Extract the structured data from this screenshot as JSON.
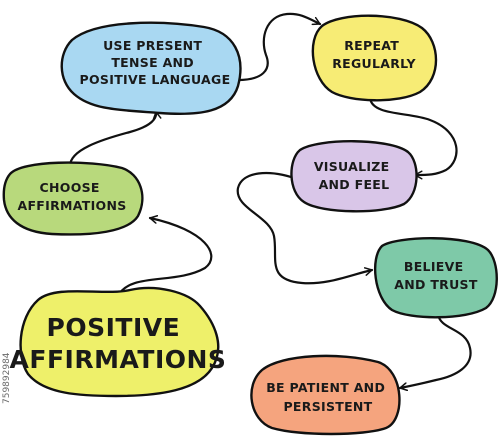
{
  "nodes": {
    "use_present": {
      "lines": [
        "USE PRESENT",
        "TENSE AND",
        "POSITIVE LANGUAGE"
      ],
      "color": "#a9d8f2"
    },
    "repeat": {
      "lines": [
        "REPEAT",
        "REGULARLY"
      ],
      "color": "#f7ec75"
    },
    "choose": {
      "lines": [
        "CHOOSE",
        "AFFIRMATIONS"
      ],
      "color": "#b8d97c"
    },
    "visualize": {
      "lines": [
        "VISUALIZE",
        "AND FEEL"
      ],
      "color": "#d9c6e8"
    },
    "believe": {
      "lines": [
        "BELIEVE",
        "AND TRUST"
      ],
      "color": "#7ec9a8"
    },
    "positive": {
      "lines": [
        "POSITIVE",
        "AFFIRMATIONS"
      ],
      "color": "#eef06a"
    },
    "patient": {
      "lines": [
        "BE PATIENT AND",
        "PERSISTENT"
      ],
      "color": "#f5a47e"
    }
  },
  "watermark": "759892984"
}
